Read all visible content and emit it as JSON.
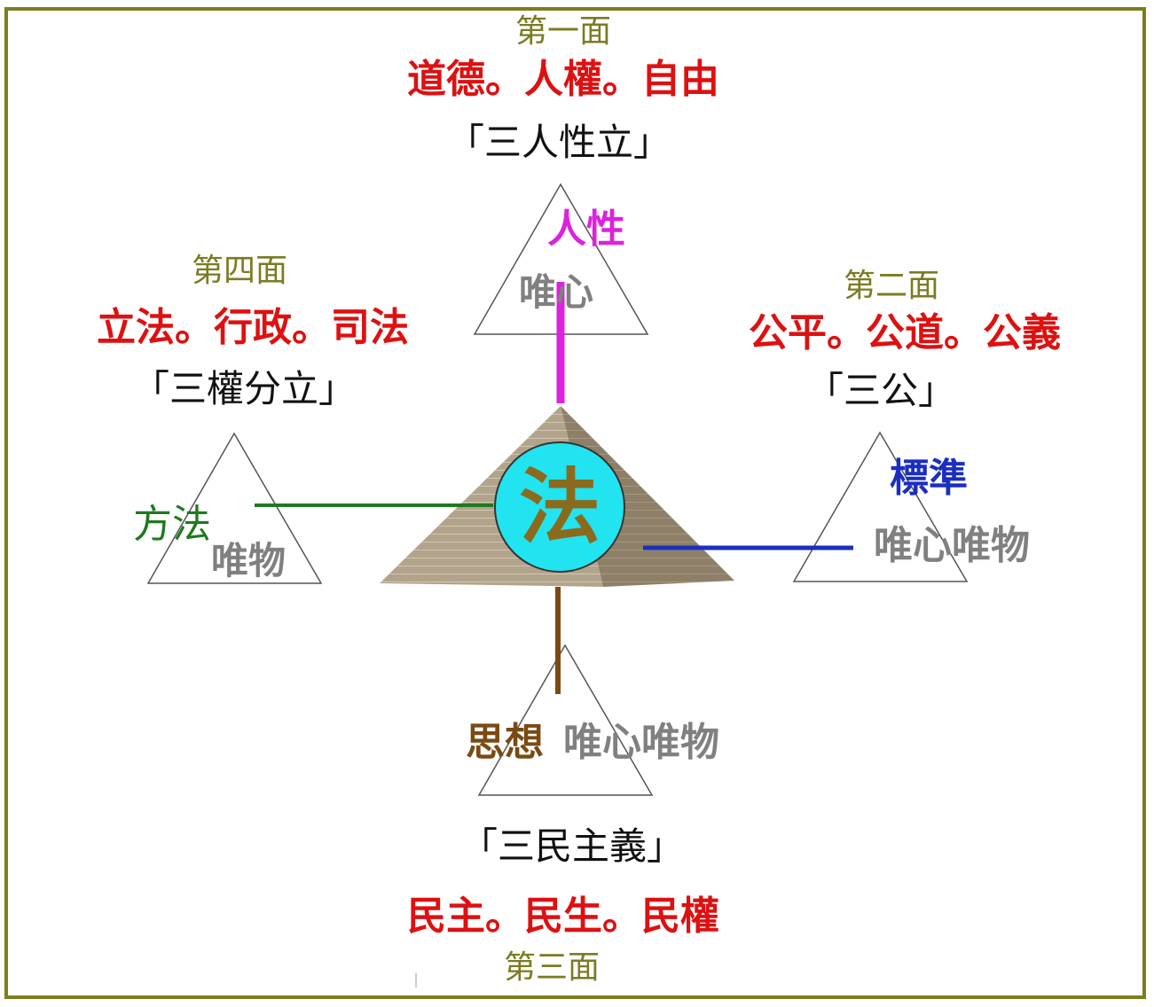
{
  "colors": {
    "frame": "#7d7d1c",
    "face_title": "#7b7b22",
    "values": "#dd1111",
    "humanity": "#dd22dd",
    "standard": "#1a2fbf",
    "method": "#1e7a1e",
    "thought": "#7a4a14",
    "center_circle": "#22e3f0",
    "center_char": "#8a6b1e"
  },
  "center": {
    "char": "法"
  },
  "face_top": {
    "title": "第一面",
    "values": "道德。人權。自由",
    "doctrine": "「三人性立」",
    "aspect": "人性",
    "basis": "唯心"
  },
  "face_right": {
    "title": "第二面",
    "values": "公平。公道。公義",
    "doctrine": "「三公」",
    "aspect": "標準",
    "basis": "唯心唯物"
  },
  "face_left": {
    "title": "第四面",
    "values": "立法。行政。司法",
    "doctrine": "「三權分立」",
    "aspect": "方法",
    "basis": "唯物"
  },
  "face_bottom": {
    "title": "第三面",
    "values": "民主。民生。民權",
    "doctrine": "「三民主義」",
    "aspect": "思想",
    "basis": "唯心唯物"
  }
}
